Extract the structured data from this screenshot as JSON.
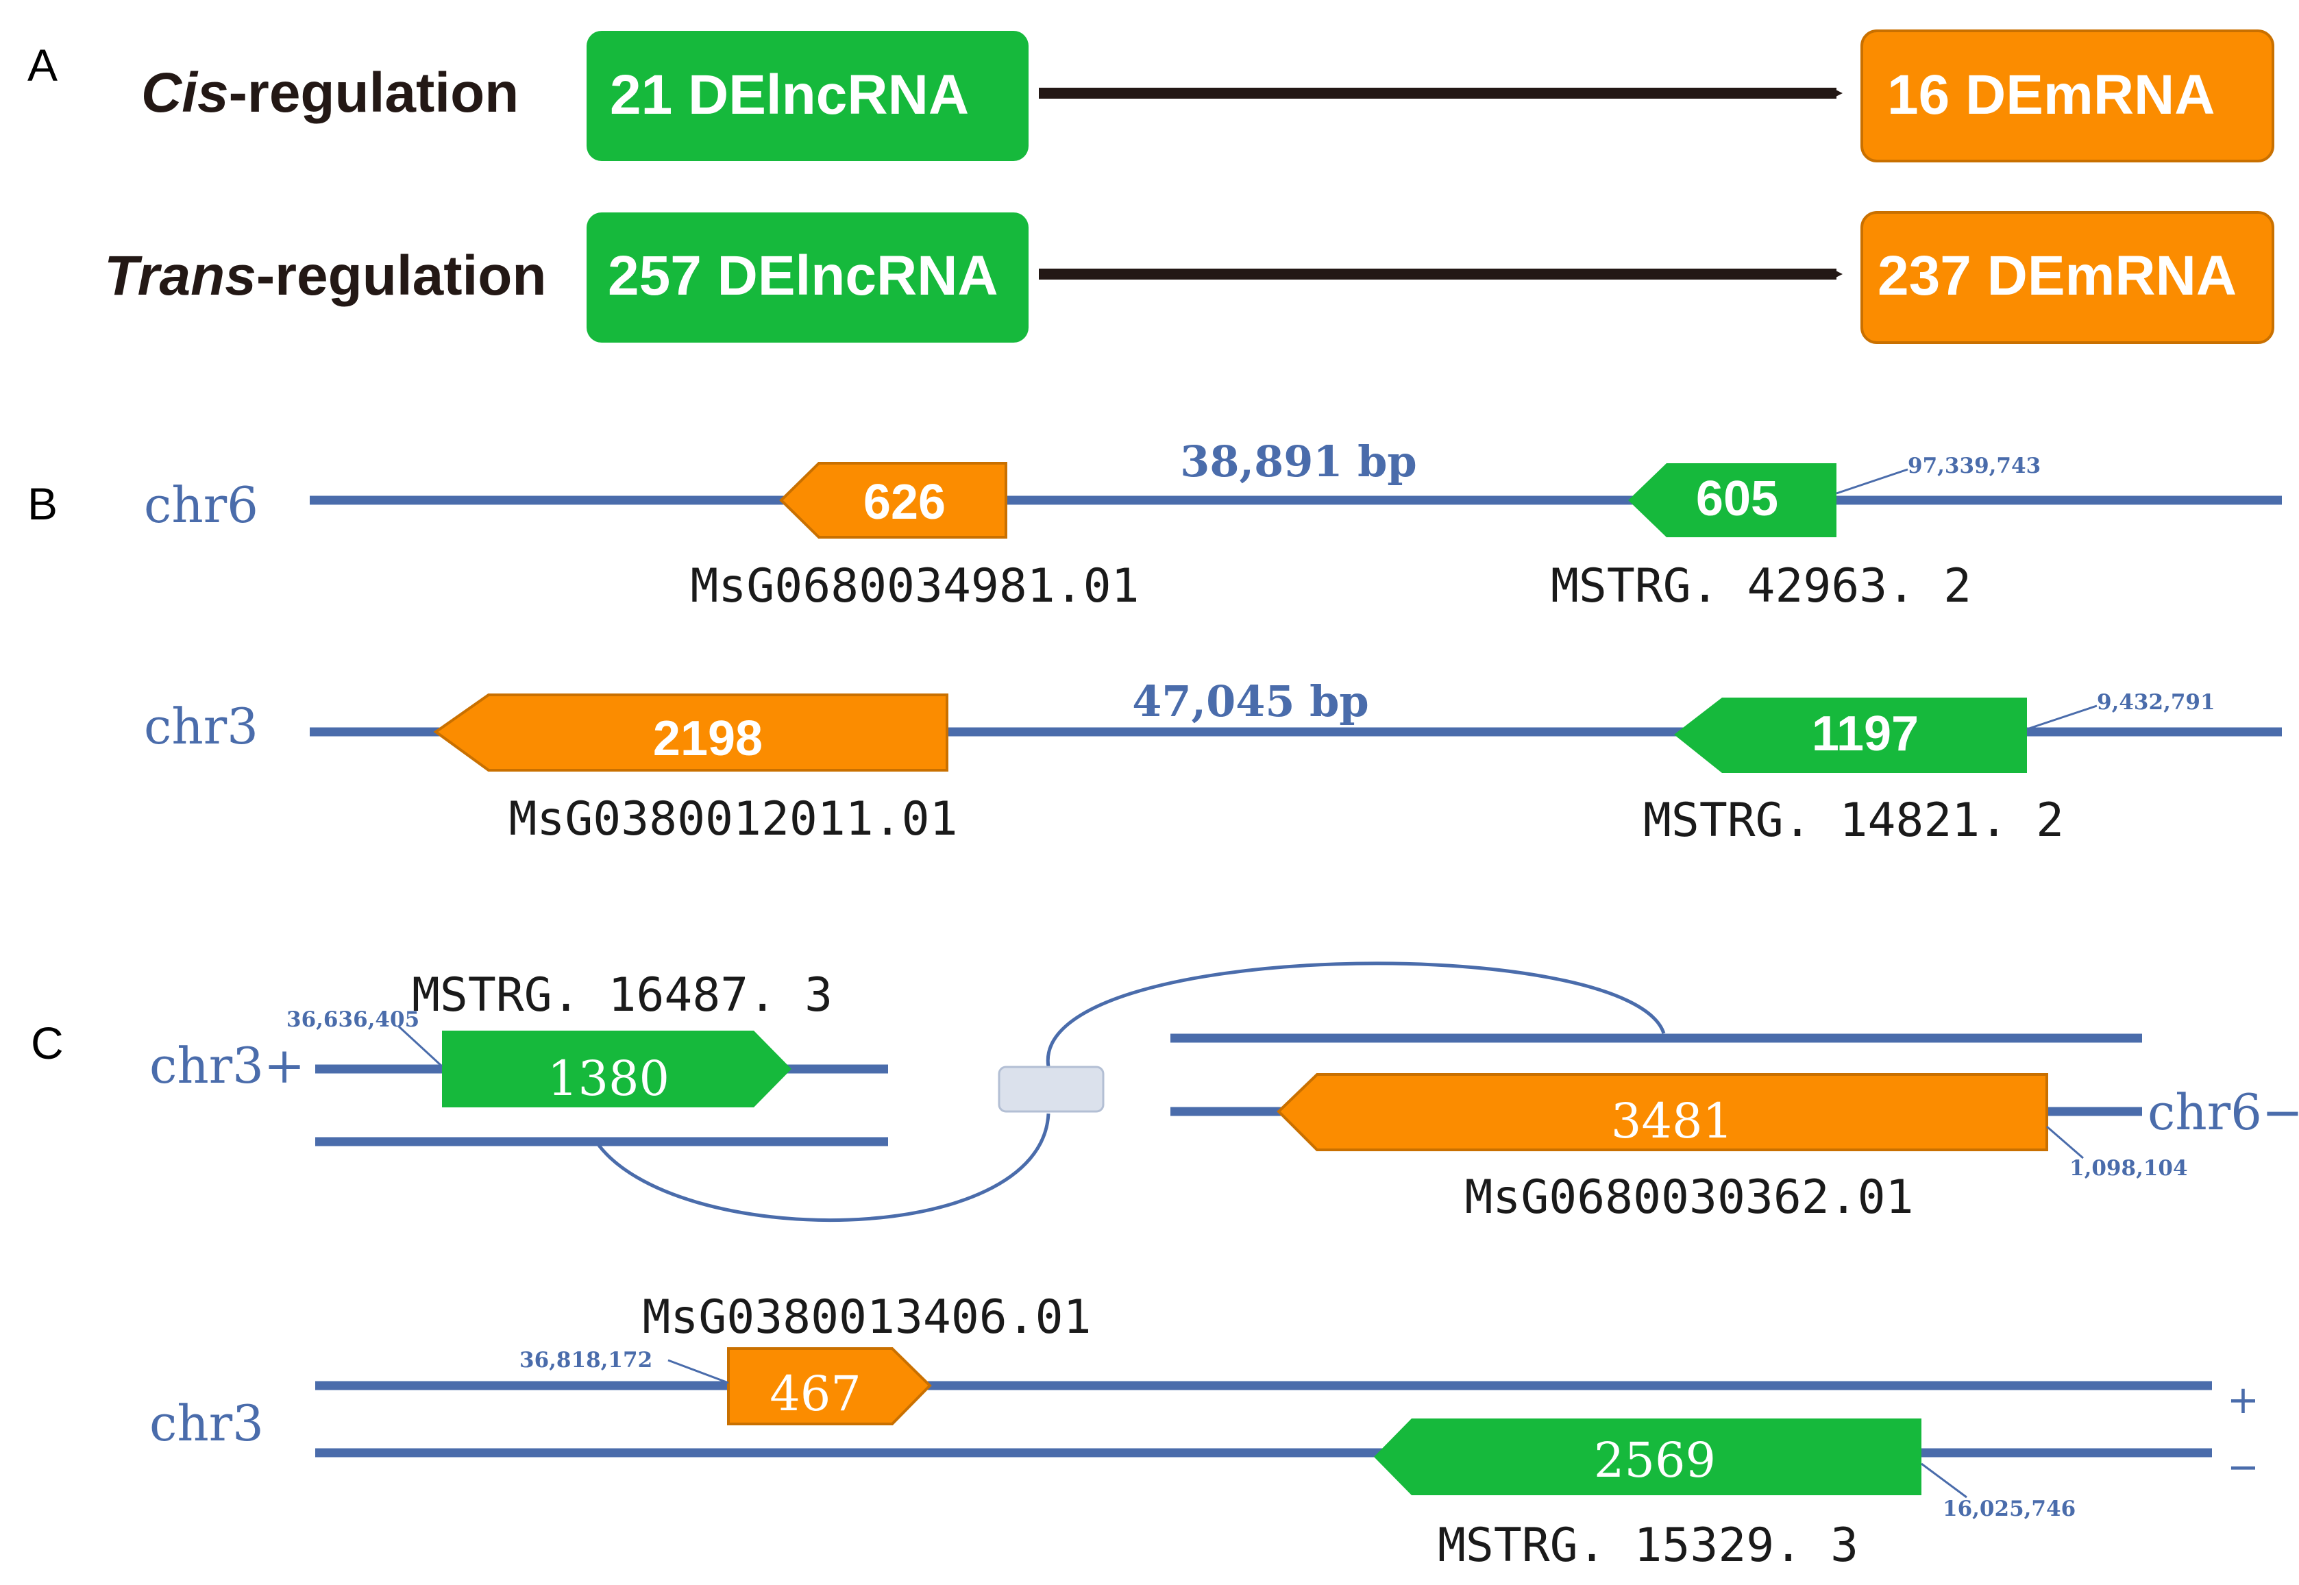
{
  "colors": {
    "lncrna_green": "#16b93c",
    "mrna_orange": "#fb8c00",
    "mrna_orange_border": "#c97000",
    "track_blue": "#4a6cab",
    "arrow": "#231815",
    "connector": "#dbe1ec"
  },
  "panel_a": {
    "letter": "A",
    "rows": [
      {
        "italic": "Cis",
        "rest": "-regulation",
        "lnc": "21 DElncRNA",
        "mrna": "16 DEmRNA"
      },
      {
        "italic": "Trans",
        "rest": "-regulation",
        "lnc": "257 DElncRNA",
        "mrna": "237 DEmRNA"
      }
    ]
  },
  "panel_b": {
    "letter": "B",
    "tracks": [
      {
        "chr": "chr6",
        "distance": "38,891 bp",
        "coordinate": "97,339,743",
        "mrna": {
          "length": "626",
          "name": "MsG0680034981.01",
          "direction": "left"
        },
        "lnc": {
          "length": "605",
          "name": "MSTRG. 42963. 2",
          "direction": "left"
        }
      },
      {
        "chr": "chr3",
        "distance": "47,045  bp",
        "coordinate": "9,432,791",
        "mrna": {
          "length": "2198",
          "name": "MsG0380012011.01",
          "direction": "left"
        },
        "lnc": {
          "length": "1197",
          "name": "MSTRG. 14821. 2",
          "direction": "left"
        }
      }
    ]
  },
  "panel_c": {
    "letter": "C",
    "interchrom": {
      "left_chr": "chr3+",
      "right_chr": "chr6−",
      "lnc": {
        "length": "1380",
        "name": "MSTRG. 16487. 3",
        "coordinate": "36,636,405",
        "direction": "right"
      },
      "mrna": {
        "length": "3481",
        "name": "MsG0680030362.01",
        "coordinate": "1,098,104",
        "direction": "left"
      }
    },
    "intrachrom": {
      "chr": "chr3",
      "strand_plus": "+",
      "strand_minus": "−",
      "mrna": {
        "length": "467",
        "name": "MsG0380013406.01",
        "coordinate": "36,818,172",
        "direction": "right"
      },
      "lnc": {
        "length": "2569",
        "name": "MSTRG. 15329. 3",
        "coordinate": "16,025,746",
        "direction": "left"
      }
    }
  }
}
